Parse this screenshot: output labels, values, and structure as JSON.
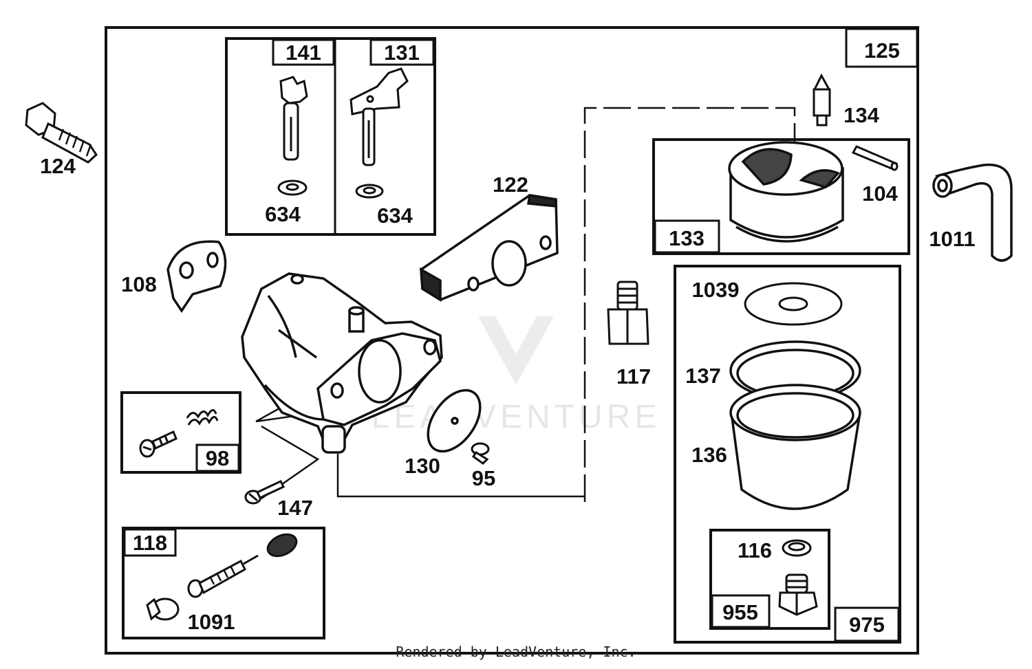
{
  "colors": {
    "ink": "#111111",
    "watermark": "#e6e6e6",
    "background": "#ffffff"
  },
  "watermark": {
    "text": "LEADVENTURE"
  },
  "footer": {
    "text": "Rendered by LeadVenture, Inc."
  },
  "callouts": {
    "kit_125": "125",
    "kit_141": "141",
    "kit_131": "131",
    "kit_133": "133",
    "kit_98": "98",
    "kit_118": "118",
    "kit_975": "975",
    "kit_955": "955",
    "part_124": "124",
    "part_634_a": "634",
    "part_634_b": "634",
    "part_122": "122",
    "part_134": "134",
    "part_104": "104",
    "part_1011": "1011",
    "part_108": "108",
    "part_117": "117",
    "part_1039": "1039",
    "part_137": "137",
    "part_136": "136",
    "part_130": "130",
    "part_95": "95",
    "part_147": "147",
    "part_1091": "1091",
    "part_116": "116"
  }
}
